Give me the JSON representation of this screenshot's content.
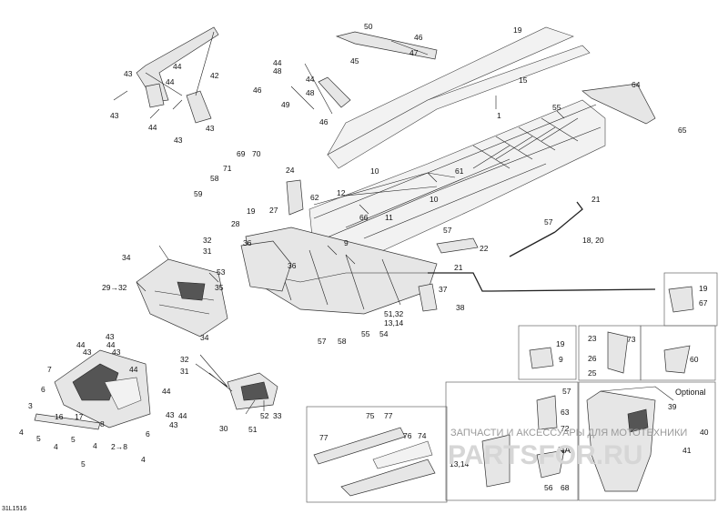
{
  "diagram": {
    "reference_code": "31L1516",
    "optional_label": "Optional",
    "watermark_top": "ЗАПЧАСТИ И АКСЕССУАРЫ ДЛЯ МОТОТЕХНИКИ",
    "watermark_main": "PARTSFOR.RU",
    "callouts": [
      "1",
      "2→8",
      "3",
      "4",
      "5",
      "6",
      "7",
      "8",
      "9",
      "10",
      "11",
      "12",
      "13,14",
      "15",
      "16",
      "17",
      "18, 20",
      "19",
      "21",
      "22",
      "23",
      "24",
      "25",
      "26",
      "27",
      "28",
      "29→32",
      "30",
      "31",
      "32",
      "33",
      "34",
      "35",
      "36",
      "37",
      "38",
      "39",
      "40",
      "41",
      "42",
      "43",
      "44",
      "45",
      "46",
      "47",
      "48",
      "49",
      "50",
      "51",
      "51,32",
      "52",
      "53",
      "54",
      "55",
      "56",
      "57",
      "58",
      "59",
      "60",
      "61",
      "62",
      "63",
      "64",
      "65",
      "66",
      "67",
      "68",
      "69",
      "70",
      "71",
      "72",
      "73",
      "74",
      "75",
      "76",
      "77",
      "NA"
    ]
  }
}
